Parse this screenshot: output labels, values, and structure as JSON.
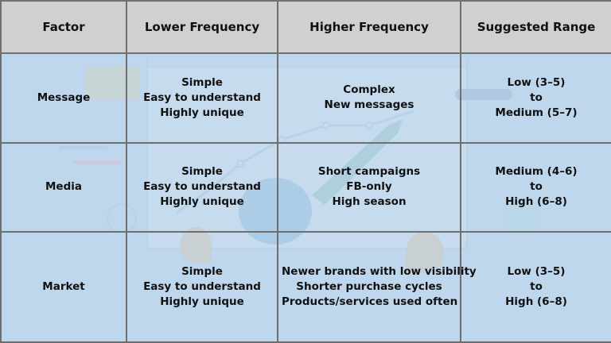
{
  "table": {
    "headers": [
      "Factor",
      "Lower Frequency",
      "Higher Frequency",
      "Suggested Range"
    ],
    "rows": [
      {
        "factor": "Message",
        "lower": [
          "Simple",
          "Easy to understand",
          "Highly unique"
        ],
        "higher": [
          "Complex",
          "New messages"
        ],
        "range": [
          "Low (3–5)",
          "to",
          "Medium (5–7)"
        ]
      },
      {
        "factor": "Media",
        "lower": [
          "Simple",
          "Easy to understand",
          "Highly unique"
        ],
        "higher": [
          "Short campaigns",
          "FB-only",
          "High season"
        ],
        "range": [
          "Medium (4–6)",
          "to",
          "High (6–8)"
        ]
      },
      {
        "factor": "Market",
        "lower": [
          "Simple",
          "Easy to understand",
          "Highly unique"
        ],
        "higher": [
          "Newer brands with low visibility",
          "Shorter purchase cycles",
          "Products/services used often"
        ],
        "range": [
          "Low (3–5)",
          "to",
          "High (6–8)"
        ]
      }
    ]
  },
  "colors": {
    "header_bg": "#d0d0d0",
    "cell_bg": "#b9d2ea",
    "border": "#6f6f6f"
  }
}
